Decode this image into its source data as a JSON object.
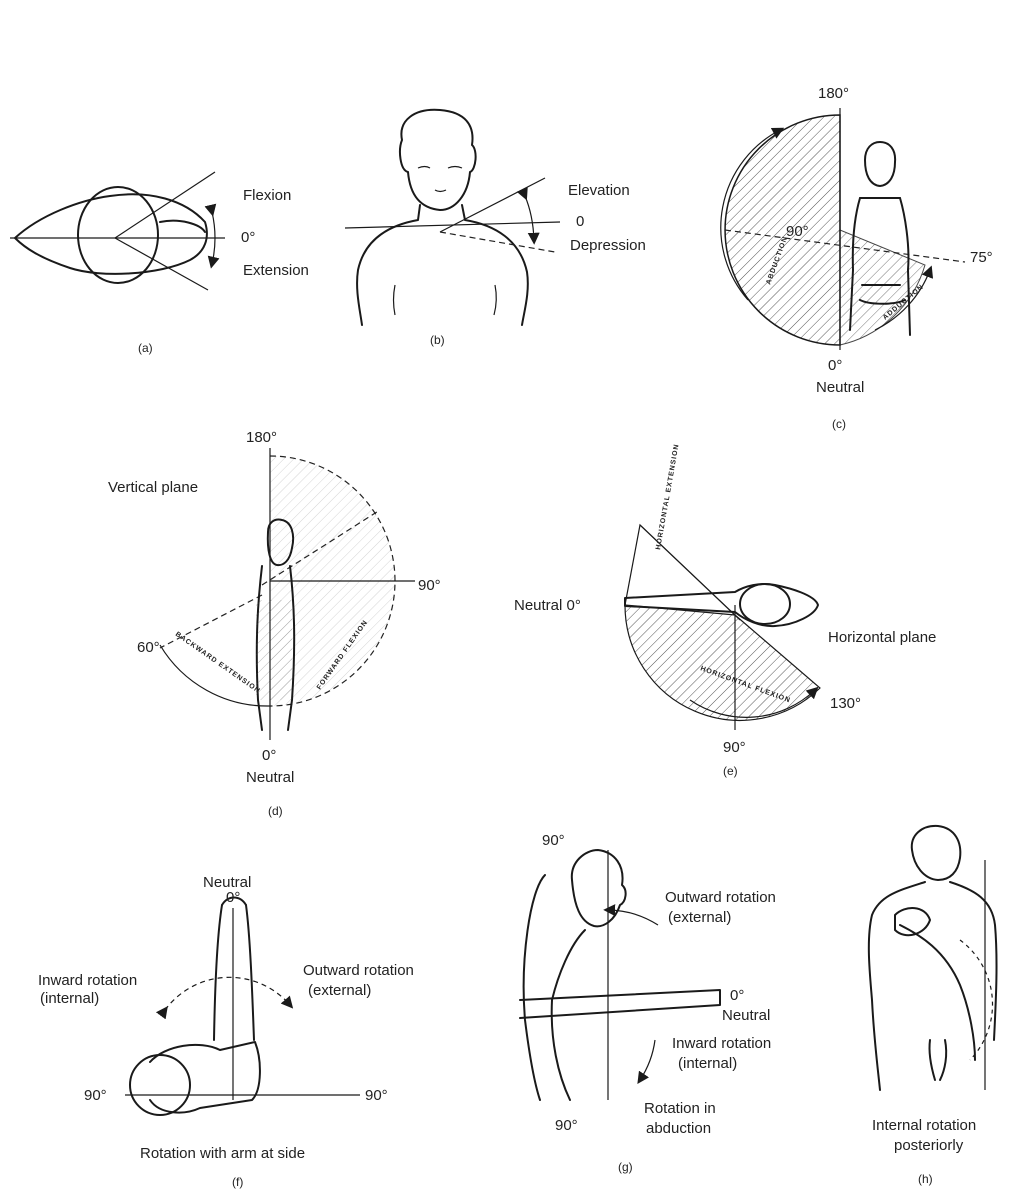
{
  "a": {
    "flexion": "Flexion",
    "zero": "0°",
    "extension": "Extension",
    "caption": "(a)"
  },
  "b": {
    "elevation": "Elevation",
    "zero": "0",
    "depression": "Depression",
    "caption": "(b)"
  },
  "c": {
    "top": "180°",
    "left": "90°",
    "right": "75°",
    "bottom": "0°",
    "neutral": "Neutral",
    "abduction": "ABDUCTION",
    "adduction": "ADDUCTION",
    "caption": "(c)"
  },
  "d": {
    "top": "180°",
    "vertical_plane": "Vertical plane",
    "right": "90°",
    "left": "60°",
    "bottom": "0°",
    "neutral": "Neutral",
    "backward": "BACKWARD EXTENSION",
    "forward": "FORWARD FLEXION",
    "caption": "(d)"
  },
  "e": {
    "neutral": "Neutral  0°",
    "horizontal_plane": "Horizontal plane",
    "right": "130°",
    "bottom": "90°",
    "hext": "HORIZONTAL EXTENSION",
    "hflex": "HORIZONTAL FLEXION",
    "caption": "(e)"
  },
  "f": {
    "neutral": "Neutral",
    "zero": "0°",
    "inward": "Inward rotation",
    "inward2": "(internal)",
    "outward": "Outward rotation",
    "outward2": "(external)",
    "left": "90°",
    "right": "90°",
    "bottom": "Rotation with arm at side",
    "caption": "(f)"
  },
  "g": {
    "top": "90°",
    "outward": "Outward rotation",
    "outward2": "(external)",
    "zero": "0°",
    "neutral": "Neutral",
    "inward": "Inward rotation",
    "inward2": "(internal)",
    "bottom_deg": "90°",
    "rot1": "Rotation in",
    "rot2": "abduction",
    "caption": "(g)"
  },
  "h": {
    "l1": "Internal rotation",
    "l2": "posteriorly",
    "caption": "(h)"
  }
}
